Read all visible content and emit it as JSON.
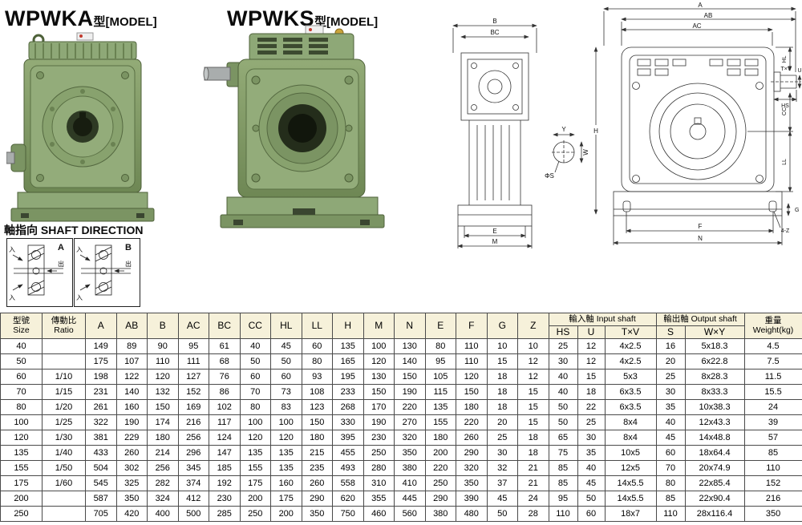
{
  "page": {
    "model_a": {
      "name": "WPWKA",
      "suffix": "型[MODEL]"
    },
    "model_s": {
      "name": "WPWKS",
      "suffix": "型[MODEL]"
    },
    "shaft_direction_title": "軸指向 SHAFT DIRECTION"
  },
  "shaft_direction": {
    "box_a": {
      "label": "A",
      "in_top": "入",
      "in_bottom": "入",
      "out": "出"
    },
    "box_b": {
      "label": "B",
      "in_top": "入",
      "in_bottom": "入",
      "out": "出"
    }
  },
  "drawings": {
    "side": {
      "b": "B",
      "bc": "BC",
      "e": "E",
      "m": "M",
      "phi_s": "ΦS",
      "y": "Y",
      "w": "W"
    },
    "front": {
      "a": "A",
      "ab": "AB",
      "ac": "AC",
      "h": "H",
      "hl": "HL",
      "cc": "CC",
      "ll": "LL",
      "t_v": "T×V",
      "u": "U",
      "hs": "HS",
      "g": "G",
      "four_z": "4-Z",
      "f": "F",
      "n": "N"
    }
  },
  "colors": {
    "housing_green": "#87a06a",
    "table_header_bg": "#f6f1da"
  },
  "table": {
    "headers": {
      "size": "型號\nSize",
      "ratio": "傳動比\nRatio",
      "dims": [
        "A",
        "AB",
        "B",
        "AC",
        "BC",
        "CC",
        "HL",
        "LL",
        "H",
        "M",
        "N",
        "E",
        "F",
        "G",
        "Z"
      ],
      "input_shaft": "輸入軸 Input shaft",
      "output_shaft": "輸出軸 Output shaft",
      "input_sub": [
        "HS",
        "U",
        "T×V"
      ],
      "output_sub": [
        "S",
        "W×Y"
      ],
      "weight": "重量\nWeight(kg)"
    },
    "rows": [
      {
        "size": "40",
        "ratio": "",
        "dims": [
          "149",
          "89",
          "90",
          "95",
          "61",
          "40",
          "45",
          "60",
          "135",
          "100",
          "130",
          "80",
          "110",
          "10",
          "10"
        ],
        "input": [
          "25",
          "12",
          "4x2.5"
        ],
        "output": [
          "16",
          "5x18.3"
        ],
        "weight": "4.5"
      },
      {
        "size": "50",
        "ratio": "",
        "dims": [
          "175",
          "107",
          "110",
          "111",
          "68",
          "50",
          "50",
          "80",
          "165",
          "120",
          "140",
          "95",
          "110",
          "15",
          "12"
        ],
        "input": [
          "30",
          "12",
          "4x2.5"
        ],
        "output": [
          "20",
          "6x22.8"
        ],
        "weight": "7.5"
      },
      {
        "size": "60",
        "ratio": "1/10",
        "dims": [
          "198",
          "122",
          "120",
          "127",
          "76",
          "60",
          "60",
          "93",
          "195",
          "130",
          "150",
          "105",
          "120",
          "18",
          "12"
        ],
        "input": [
          "40",
          "15",
          "5x3"
        ],
        "output": [
          "25",
          "8x28.3"
        ],
        "weight": "11.5"
      },
      {
        "size": "70",
        "ratio": "1/15",
        "dims": [
          "231",
          "140",
          "132",
          "152",
          "86",
          "70",
          "73",
          "108",
          "233",
          "150",
          "190",
          "115",
          "150",
          "18",
          "15"
        ],
        "input": [
          "40",
          "18",
          "6x3.5"
        ],
        "output": [
          "30",
          "8x33.3"
        ],
        "weight": "15.5"
      },
      {
        "size": "80",
        "ratio": "1/20",
        "dims": [
          "261",
          "160",
          "150",
          "169",
          "102",
          "80",
          "83",
          "123",
          "268",
          "170",
          "220",
          "135",
          "180",
          "18",
          "15"
        ],
        "input": [
          "50",
          "22",
          "6x3.5"
        ],
        "output": [
          "35",
          "10x38.3"
        ],
        "weight": "24"
      },
      {
        "size": "100",
        "ratio": "1/25",
        "dims": [
          "322",
          "190",
          "174",
          "216",
          "117",
          "100",
          "100",
          "150",
          "330",
          "190",
          "270",
          "155",
          "220",
          "20",
          "15"
        ],
        "input": [
          "50",
          "25",
          "8x4"
        ],
        "output": [
          "40",
          "12x43.3"
        ],
        "weight": "39"
      },
      {
        "size": "120",
        "ratio": "1/30",
        "dims": [
          "381",
          "229",
          "180",
          "256",
          "124",
          "120",
          "120",
          "180",
          "395",
          "230",
          "320",
          "180",
          "260",
          "25",
          "18"
        ],
        "input": [
          "65",
          "30",
          "8x4"
        ],
        "output": [
          "45",
          "14x48.8"
        ],
        "weight": "57"
      },
      {
        "size": "135",
        "ratio": "1/40",
        "dims": [
          "433",
          "260",
          "214",
          "296",
          "147",
          "135",
          "135",
          "215",
          "455",
          "250",
          "350",
          "200",
          "290",
          "30",
          "18"
        ],
        "input": [
          "75",
          "35",
          "10x5"
        ],
        "output": [
          "60",
          "18x64.4"
        ],
        "weight": "85"
      },
      {
        "size": "155",
        "ratio": "1/50",
        "dims": [
          "504",
          "302",
          "256",
          "345",
          "185",
          "155",
          "135",
          "235",
          "493",
          "280",
          "380",
          "220",
          "320",
          "32",
          "21"
        ],
        "input": [
          "85",
          "40",
          "12x5"
        ],
        "output": [
          "70",
          "20x74.9"
        ],
        "weight": "110"
      },
      {
        "size": "175",
        "ratio": "1/60",
        "dims": [
          "545",
          "325",
          "282",
          "374",
          "192",
          "175",
          "160",
          "260",
          "558",
          "310",
          "410",
          "250",
          "350",
          "37",
          "21"
        ],
        "input": [
          "85",
          "45",
          "14x5.5"
        ],
        "output": [
          "80",
          "22x85.4"
        ],
        "weight": "152"
      },
      {
        "size": "200",
        "ratio": "",
        "dims": [
          "587",
          "350",
          "324",
          "412",
          "230",
          "200",
          "175",
          "290",
          "620",
          "355",
          "445",
          "290",
          "390",
          "45",
          "24"
        ],
        "input": [
          "95",
          "50",
          "14x5.5"
        ],
        "output": [
          "85",
          "22x90.4"
        ],
        "weight": "216"
      },
      {
        "size": "250",
        "ratio": "",
        "dims": [
          "705",
          "420",
          "400",
          "500",
          "285",
          "250",
          "200",
          "350",
          "750",
          "460",
          "560",
          "380",
          "480",
          "50",
          "28"
        ],
        "input": [
          "110",
          "60",
          "18x7"
        ],
        "output": [
          "110",
          "28x116.4"
        ],
        "weight": "350"
      }
    ]
  }
}
